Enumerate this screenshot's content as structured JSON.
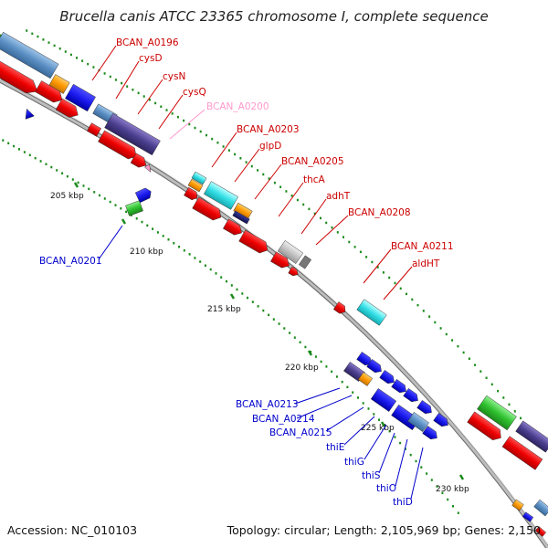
{
  "title": "Brucella canis ATCC 23365 chromosome I, complete sequence",
  "accession_text": "Accession: NC_010103",
  "summary_text": "Topology: circular; Length: 2,105,969 bp; Genes: 2,150",
  "colors": {
    "backbone": "#9a9a9a",
    "tick": "#1a8a1a",
    "label_red": "#cc0000",
    "label_blue": "#0000cc",
    "label_pink": "#ff99cc"
  },
  "ticks": [
    "205 kbp",
    "210 kbp",
    "215 kbp",
    "220 kbp",
    "225 kbp",
    "230 kbp"
  ],
  "gene_labels": {
    "BCAN_A0196": "BCAN_A0196",
    "cysD": "cysD",
    "cysN": "cysN",
    "cysQ": "cysQ",
    "BCAN_A0200": "BCAN_A0200",
    "BCAN_A0203": "BCAN_A0203",
    "glpD": "glpD",
    "BCAN_A0205": "BCAN_A0205",
    "thcA": "thcA",
    "adhT": "adhT",
    "BCAN_A0208": "BCAN_A0208",
    "BCAN_A0211": "BCAN_A0211",
    "aldHT": "aldHT",
    "BCAN_A0201": "BCAN_A0201",
    "BCAN_A0213": "BCAN_A0213",
    "BCAN_A0214": "BCAN_A0214",
    "BCAN_A0215": "BCAN_A0215",
    "thiE": "thiE",
    "thiG": "thiG",
    "thiS": "thiS",
    "thiO": "thiO",
    "thiD": "thiD"
  }
}
